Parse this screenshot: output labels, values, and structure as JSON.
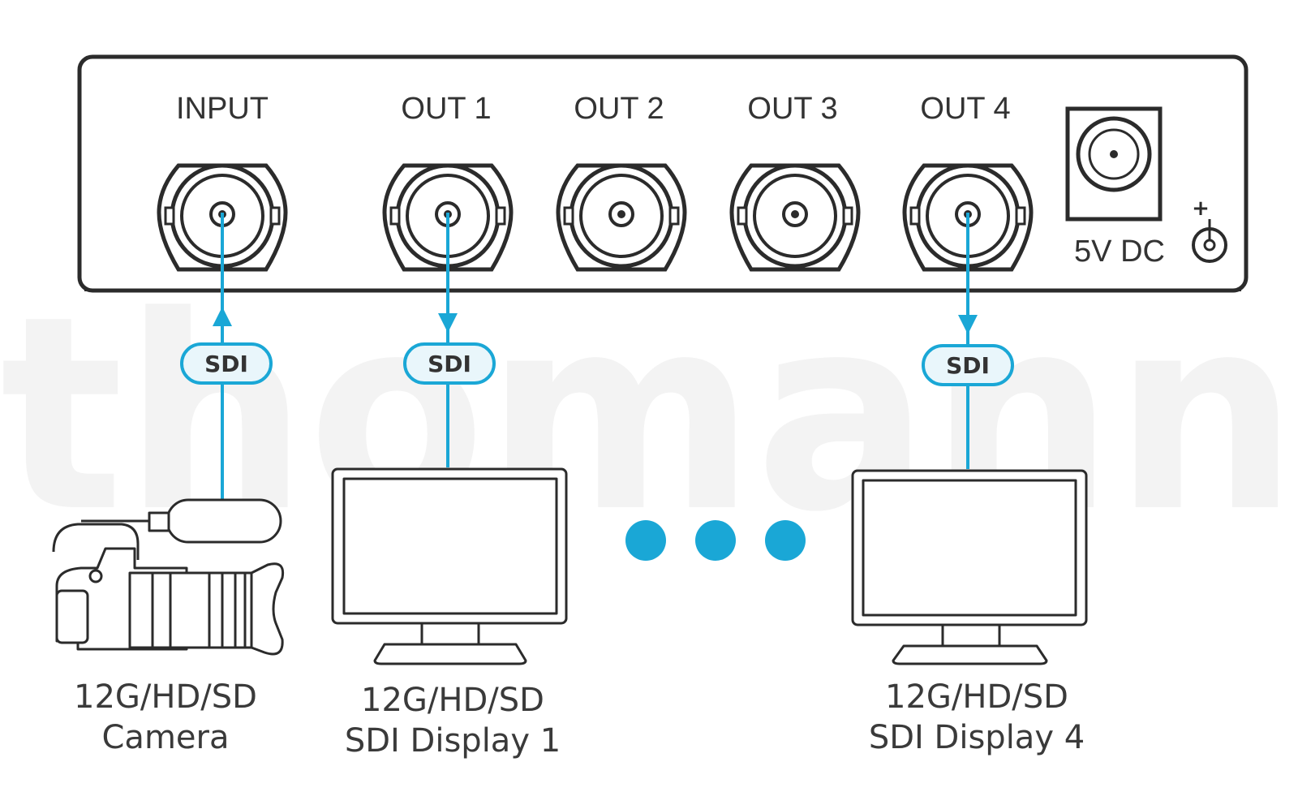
{
  "watermark": {
    "text": "thomann"
  },
  "panel": {
    "ports": [
      {
        "label": "INPUT"
      },
      {
        "label": "OUT 1"
      },
      {
        "label": "OUT 2"
      },
      {
        "label": "OUT 3"
      },
      {
        "label": "OUT 4"
      }
    ],
    "power": {
      "label": "5V DC",
      "polarity": "+"
    }
  },
  "connections": [
    {
      "badge": "SDI"
    },
    {
      "badge": "SDI"
    },
    {
      "badge": "SDI"
    }
  ],
  "devices": {
    "camera": {
      "line1": "12G/HD/SD",
      "line2": "Camera"
    },
    "display1": {
      "line1": "12G/HD/SD",
      "line2": "SDI Display 1"
    },
    "display4": {
      "line1": "12G/HD/SD",
      "line2": "SDI Display 4"
    }
  },
  "colors": {
    "accent": "#1aa7d6",
    "outline": "#2b2b2b",
    "badge_fill": "#e9f6fb",
    "watermark": "#f3f3f3"
  }
}
